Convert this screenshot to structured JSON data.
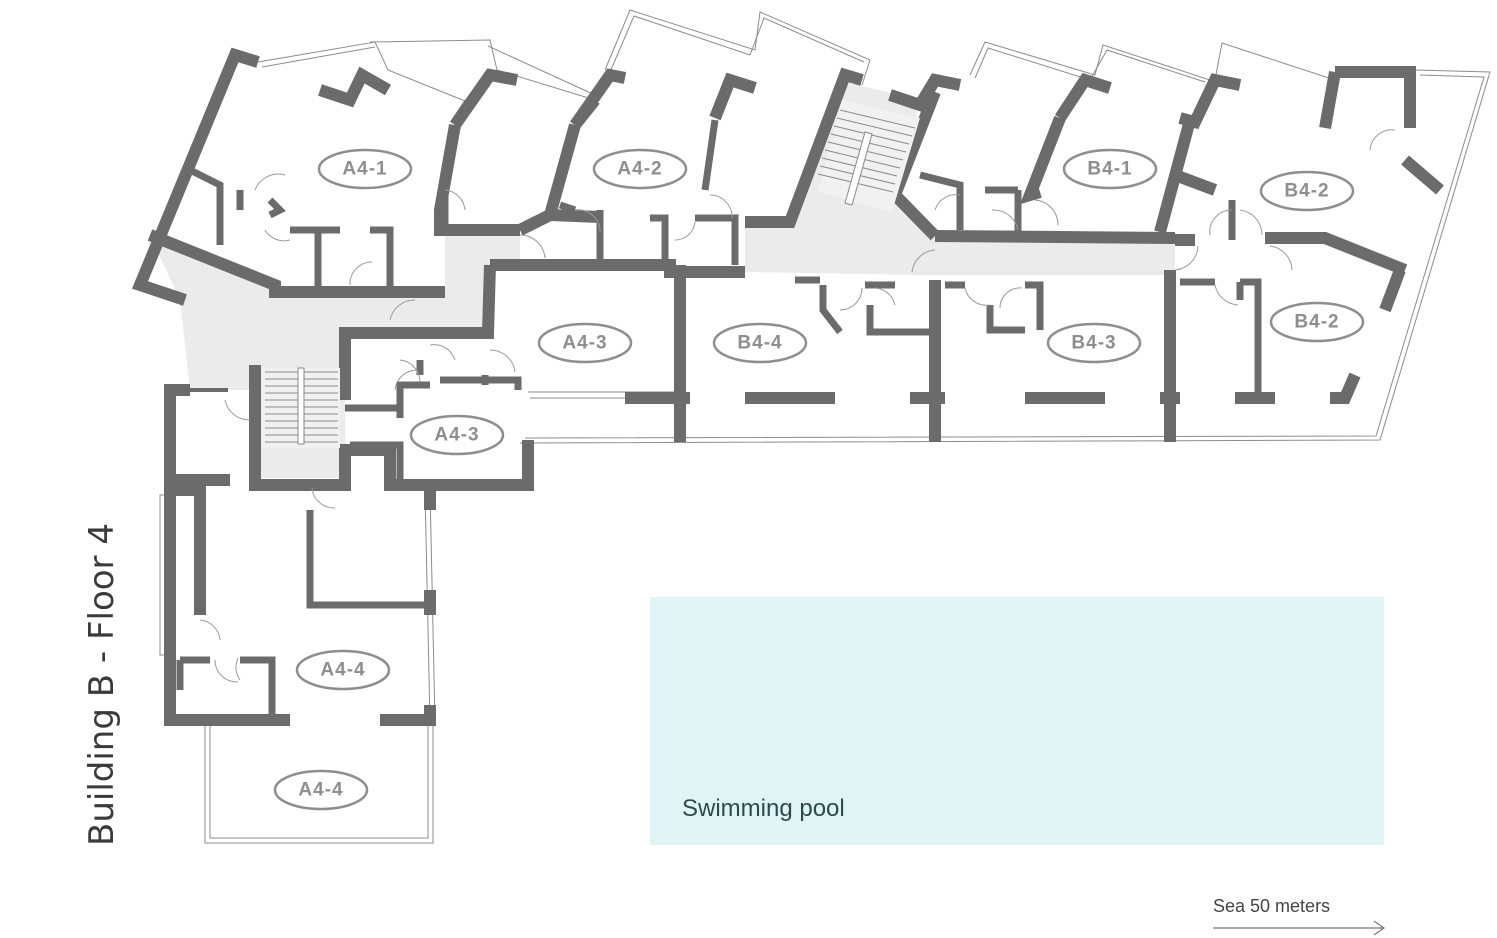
{
  "title": "Building B - Floor 4",
  "pool_label": "Swimming pool",
  "sea_label": "Sea 50 meters",
  "colors": {
    "wall": "#6b6b6b",
    "corridor": "#ebebeb",
    "pool": "#e0f4f3",
    "label": "#8e8e8e"
  },
  "units": [
    {
      "id": "a4-1",
      "label": "A4-1"
    },
    {
      "id": "a4-2",
      "label": "A4-2"
    },
    {
      "id": "b4-1",
      "label": "B4-1"
    },
    {
      "id": "b4-2-top",
      "label": "B4-2"
    },
    {
      "id": "a4-3-main",
      "label": "A4-3"
    },
    {
      "id": "b4-4",
      "label": "B4-4"
    },
    {
      "id": "b4-3",
      "label": "B4-3"
    },
    {
      "id": "b4-2-bottom",
      "label": "B4-2"
    },
    {
      "id": "a4-3-small",
      "label": "A4-3"
    },
    {
      "id": "a4-4-main",
      "label": "A4-4"
    },
    {
      "id": "a4-4-terrace",
      "label": "A4-4"
    }
  ]
}
